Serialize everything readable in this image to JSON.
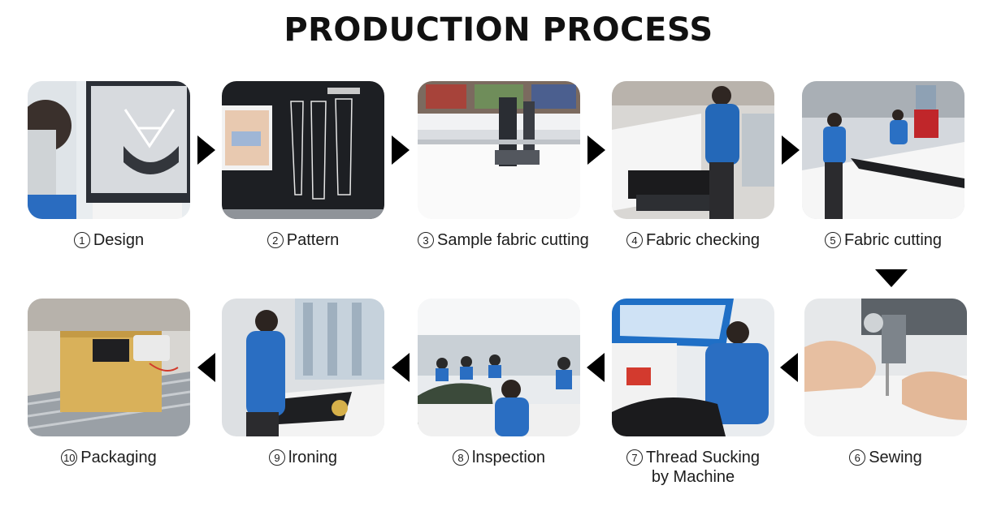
{
  "title": "PRODUCTION PROCESS",
  "steps": [
    {
      "num": "1",
      "label": "Design",
      "icon": "design-photo"
    },
    {
      "num": "2",
      "label": "Pattern",
      "icon": "pattern-photo"
    },
    {
      "num": "3",
      "label": "Sample fabric cutting",
      "icon": "cutting-machine-photo"
    },
    {
      "num": "4",
      "label": "Fabric checking",
      "icon": "fabric-checking-photo"
    },
    {
      "num": "5",
      "label": "Fabric cutting",
      "icon": "fabric-cutting-photo"
    },
    {
      "num": "6",
      "label": "Sewing",
      "icon": "sewing-photo"
    },
    {
      "num": "7",
      "label": "Thread Sucking",
      "label2": "by Machine",
      "icon": "thread-sucking-photo"
    },
    {
      "num": "8",
      "label": "lnspection",
      "icon": "inspection-photo"
    },
    {
      "num": "9",
      "label": "lroning",
      "icon": "ironing-photo"
    },
    {
      "num": "10",
      "label": "Packaging",
      "icon": "packaging-photo"
    }
  ],
  "colors": {
    "arrow": "#000000",
    "accent_blue": "#1f6fc6",
    "title": "#111111"
  }
}
